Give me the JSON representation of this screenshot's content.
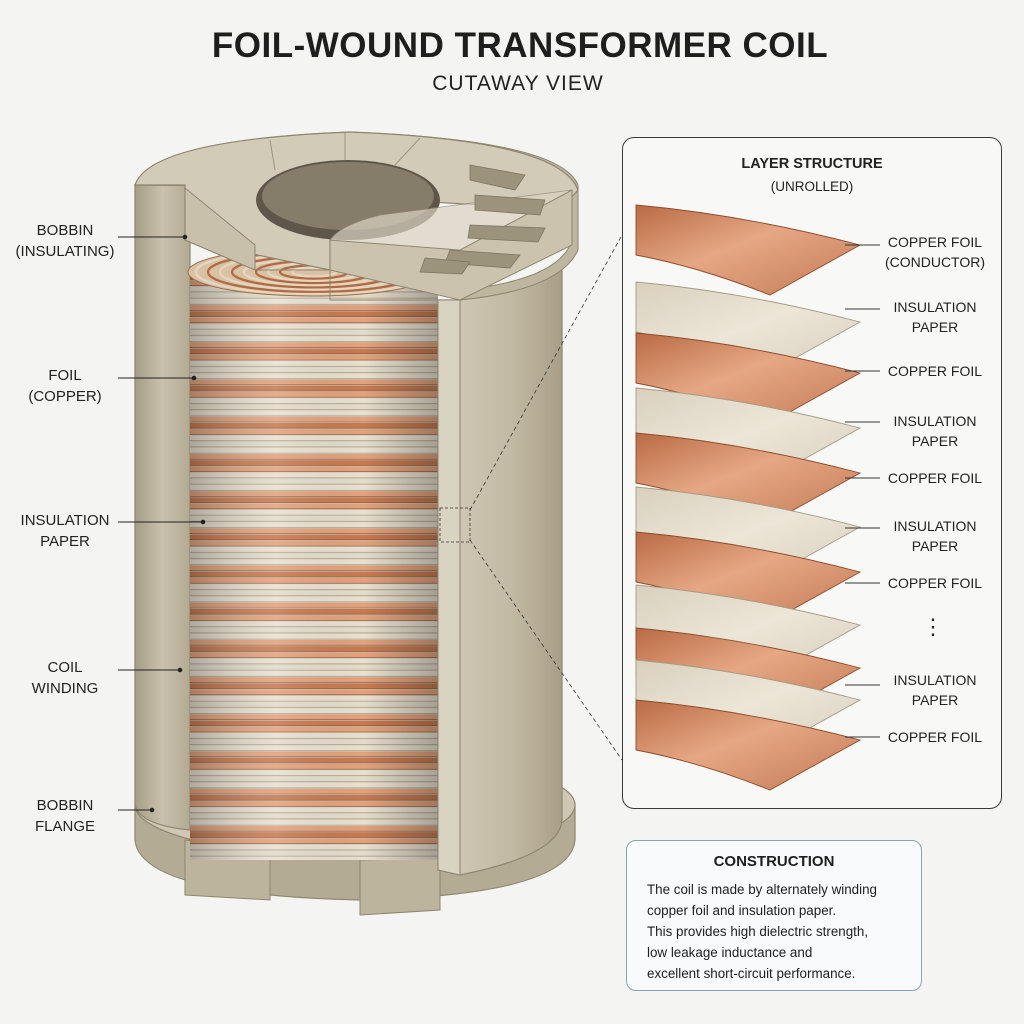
{
  "title": "FOIL-WOUND TRANSFORMER COIL",
  "subtitle": "CUTAWAY VIEW",
  "left_labels": [
    {
      "line1": "BOBBIN",
      "line2": "(INSULATING)"
    },
    {
      "line1": "FOIL",
      "line2": "(COPPER)"
    },
    {
      "line1": "INSULATION",
      "line2": "PAPER"
    },
    {
      "line1": "COIL",
      "line2": "WINDING"
    },
    {
      "line1": "BOBBIN",
      "line2": "FLANGE"
    }
  ],
  "layer_panel": {
    "title": "LAYER STRUCTURE",
    "subtitle": "(UNROLLED)",
    "labels": [
      {
        "line1": "COPPER FOIL",
        "line2": "(CONDUCTOR)"
      },
      {
        "line1": "INSULATION",
        "line2": "PAPER"
      },
      {
        "line1": "COPPER FOIL",
        "line2": ""
      },
      {
        "line1": "INSULATION",
        "line2": "PAPER"
      },
      {
        "line1": "COPPER FOIL",
        "line2": ""
      },
      {
        "line1": "INSULATION",
        "line2": "PAPER"
      },
      {
        "line1": "COPPER FOIL",
        "line2": ""
      },
      {
        "line1": "INSULATION",
        "line2": "PAPER"
      },
      {
        "line1": "COPPER FOIL",
        "line2": ""
      }
    ],
    "ellipsis": "⋮"
  },
  "construction": {
    "title": "CONSTRUCTION",
    "lines": [
      "The coil is made by alternately winding",
      "copper foil and insulation paper.",
      "This provides high dielectric strength,",
      "low leakage inductance and",
      "excellent short-circuit performance."
    ]
  },
  "colors": {
    "bobbin": "#c8c0ac",
    "bobbin_dark": "#a89f88",
    "copper": "#c67a52",
    "copper_light": "#e2a27e",
    "paper": "#e4dccb"
  }
}
